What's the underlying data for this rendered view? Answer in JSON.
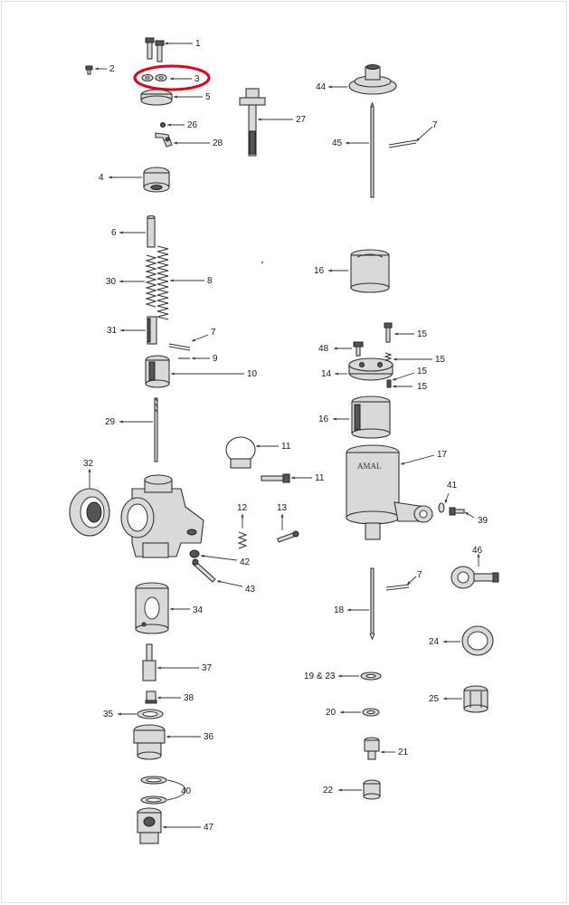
{
  "diagram": {
    "highlight_color": "#e0001b",
    "highlighted_callout": "3",
    "callouts": {
      "c1": "1",
      "c2": "2",
      "c3": "3",
      "c5": "5",
      "c26": "26",
      "c27": "27",
      "c28": "28",
      "c4": "4",
      "c44": "44",
      "c7a": "7",
      "c45": "45",
      "c6": "6",
      "c30": "30",
      "c8": "8",
      "c16a": "16",
      "c31": "31",
      "c7b": "7",
      "c9": "9",
      "c10": "10",
      "c15a": "15",
      "c48": "48",
      "c15b": "15",
      "c15c": "15",
      "c14": "14",
      "c15d": "15",
      "c29": "29",
      "c16b": "16",
      "c11a": "11",
      "c17": "17",
      "c11b": "11",
      "c32": "32",
      "c41": "41",
      "c39": "39",
      "c12": "12",
      "c13": "13",
      "c46": "46",
      "c42": "42",
      "c7c": "7",
      "c43": "43",
      "c34": "34",
      "c18": "18",
      "c24": "24",
      "c37": "37",
      "c19_23": "19 & 23",
      "c38": "38",
      "c25": "25",
      "c35": "35",
      "c20": "20",
      "c36": "36",
      "c21": "21",
      "c40": "40",
      "c22": "22",
      "c47": "47"
    },
    "body_stamp": "AMAL"
  }
}
